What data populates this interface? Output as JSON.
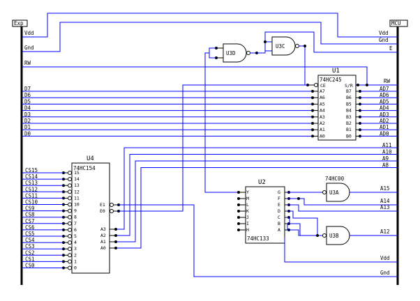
{
  "connectors": {
    "exp": "Exp",
    "mcu": "MCU",
    "exp_vdd": "Vdd",
    "exp_gnd": "Gnd",
    "mcu_vdd": "Vdd",
    "mcu_gnd": "Gnd",
    "mcu_e": "E",
    "exp_rw": "RW",
    "mcu_rw": "RW"
  },
  "exp_data": [
    "D7",
    "D6",
    "D5",
    "D4",
    "D3",
    "D2",
    "D1",
    "D0"
  ],
  "mcu_data": [
    "AD7",
    "AD6",
    "AD5",
    "AD4",
    "AD3",
    "AD2",
    "AD1",
    "AD0"
  ],
  "mcu_addr": [
    "A11",
    "A10",
    "A9",
    "A8"
  ],
  "mcu_high": [
    "A15",
    "A14",
    "A13",
    "A12"
  ],
  "bottom_power": {
    "vdd": "Vdd",
    "gnd": "Gnd"
  },
  "u1": {
    "ref": "U1",
    "part": "74HC245",
    "ce": "CE",
    "sr": "S/R",
    "a_pins": [
      "A7",
      "A6",
      "A5",
      "A4",
      "A3",
      "A2",
      "A1",
      "A0"
    ],
    "b_pins": [
      "B7",
      "B6",
      "B5",
      "B4",
      "B3",
      "B2",
      "B1",
      "B0"
    ]
  },
  "u2": {
    "ref": "U2",
    "part": "74HC133",
    "inputs": [
      "Y",
      "M",
      "L",
      "K",
      "J",
      "I",
      "H"
    ],
    "right_pins": [
      "G",
      "F",
      "E",
      "D",
      "C",
      "B",
      "A"
    ]
  },
  "u3": {
    "a": "U3A",
    "b": "U3B",
    "c": "U3C",
    "d": "U3D",
    "part": "74HC00"
  },
  "u4": {
    "ref": "U4",
    "part": "74HC154",
    "outputs": [
      "15",
      "14",
      "13",
      "12",
      "11",
      "10",
      "9",
      "8",
      "7",
      "6",
      "5",
      "4",
      "3",
      "2",
      "1",
      "0"
    ],
    "enables": [
      "E1",
      "E0"
    ],
    "addr": [
      "A3",
      "A2",
      "A1",
      "A0"
    ]
  },
  "chip_selects": [
    "CS15",
    "CS14",
    "CS13",
    "CS12",
    "CS11",
    "CS10",
    "CS9",
    "CS8",
    "CS7",
    "CS6",
    "CS5",
    "CS4",
    "CS3",
    "CS2",
    "CS1",
    "CS0"
  ]
}
